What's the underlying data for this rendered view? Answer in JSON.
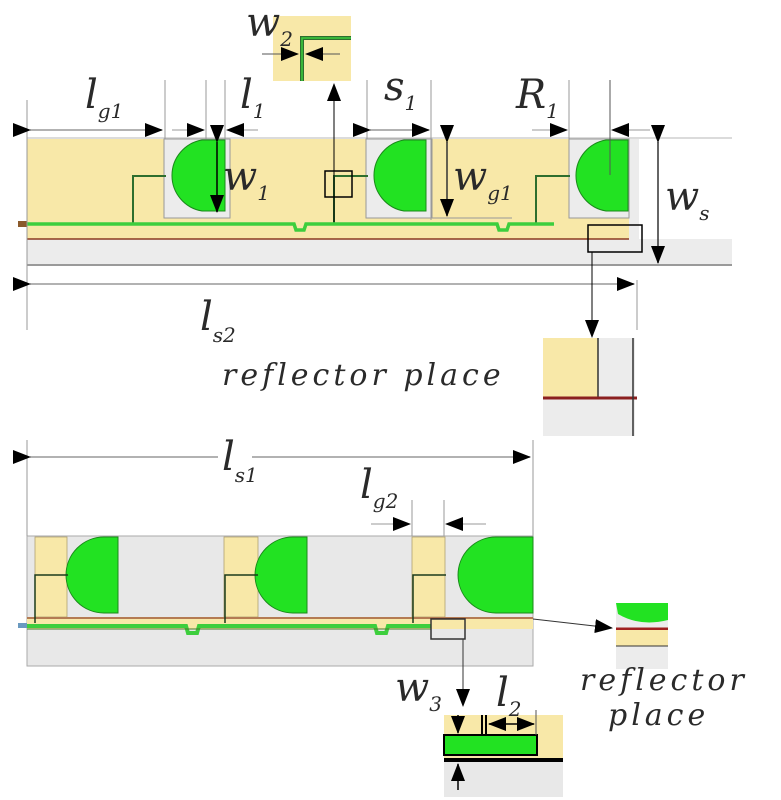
{
  "colors": {
    "substrate": "#f8e8a8",
    "ground": "#ececec",
    "patch": "#22e222",
    "feed": "#3dce3d",
    "feed_edge": "#2e7d2e",
    "reflector": "#8b2020",
    "dim_line": "#999999",
    "arrow": "#000000"
  },
  "top_design": {
    "labels": {
      "lg1": {
        "main": "l",
        "sub": "g1"
      },
      "l1": {
        "main": "l",
        "sub": "1"
      },
      "w2": {
        "main": "w",
        "sub": "2"
      },
      "s1": {
        "main": "s",
        "sub": "1"
      },
      "R1": {
        "main": "R",
        "sub": "1"
      },
      "w1": {
        "main": "w",
        "sub": "1"
      },
      "wg1": {
        "main": "w",
        "sub": "g1"
      },
      "ws": {
        "main": "w",
        "sub": "s"
      },
      "ls2": {
        "main": "l",
        "sub": "s2"
      }
    },
    "callout_text": "reflector  place",
    "element_count": 3
  },
  "bottom_design": {
    "labels": {
      "ls1": {
        "main": "l",
        "sub": "s1"
      },
      "lg2": {
        "main": "l",
        "sub": "g2"
      },
      "w3": {
        "main": "w",
        "sub": "3"
      },
      "l2": {
        "main": "l",
        "sub": "2"
      }
    },
    "callout_text_line1": "reflector",
    "callout_text_line2": "place",
    "element_count": 3
  }
}
